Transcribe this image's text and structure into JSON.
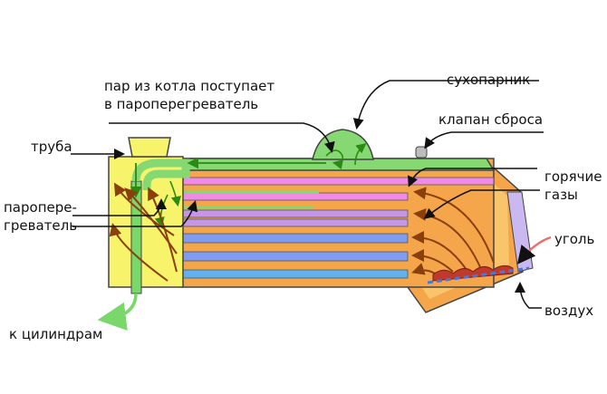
{
  "labels": {
    "steam_in_1": "пар из котла поступает",
    "steam_in_2": "в пароперегреватель",
    "dome": "сухопарник",
    "relief_valve": "клапан сброса",
    "chimney": "труба",
    "superheater_1": "пароперe-",
    "superheater_2": "греватель",
    "hot_gases_1": "горячие",
    "hot_gases_2": "газы",
    "coal": "уголь",
    "air": "воздух",
    "to_cylinders": "к цилиндрам"
  },
  "colors": {
    "smokebox": "#f7f36a",
    "boiler_steam": "#86d873",
    "firebox": "#f5a64a",
    "firebox_light": "#f8c56a",
    "flue_pink": "#f08ae6",
    "flue_purple": "#c596e8",
    "flue_blue": "#7f9cf0",
    "flue_lightblue": "#5fb1f0",
    "arrow_brown": "#9b4a12",
    "arrow_green": "#2a8a12",
    "coal_red": "#c0392b",
    "air_red": "#f26b6b",
    "outline": "#333333"
  }
}
